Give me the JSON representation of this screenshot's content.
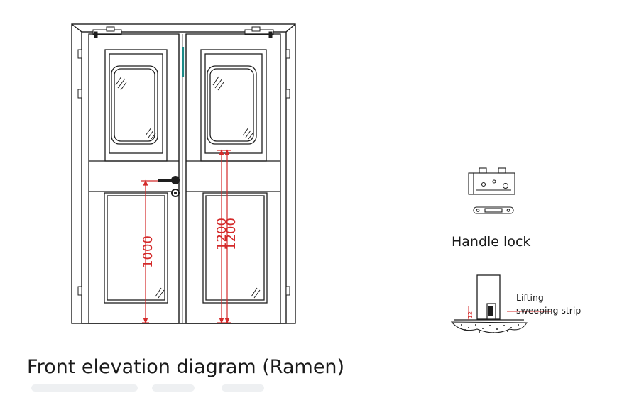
{
  "title": "Front elevation diagram (Ramen)",
  "dimensions": {
    "handle_height": "1000",
    "window_sill_height_1": "1200",
    "window_sill_height_2": "1200",
    "strip_gap": "12"
  },
  "components": {
    "handle_lock_label": "Handle lock",
    "strip_label_line1": "Lifting",
    "strip_label_line2": "sweeping strip"
  },
  "colors": {
    "line": "#1e1e1e",
    "dimension": "#d42a2a",
    "hinge_accent": "#1a8a87"
  }
}
